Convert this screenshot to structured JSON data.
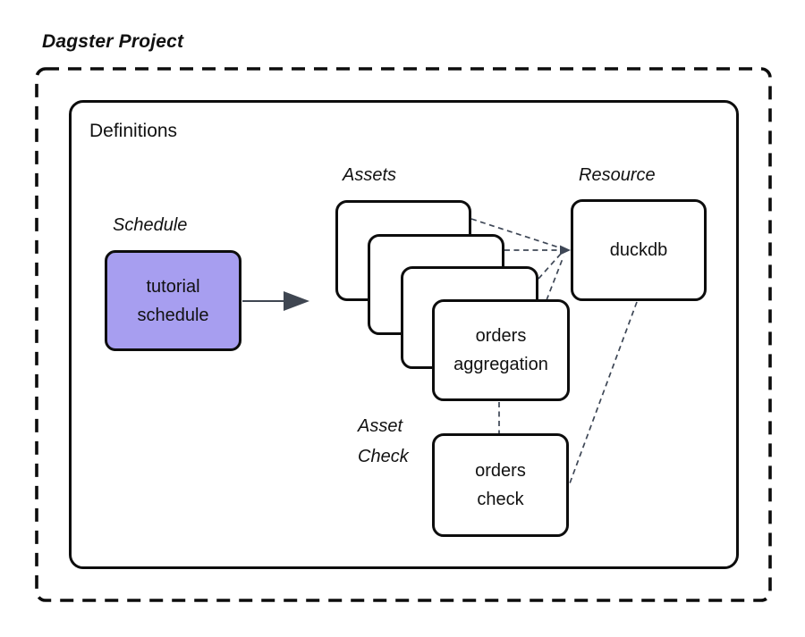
{
  "title": "Dagster Project",
  "definitions": {
    "label": "Definitions"
  },
  "schedule": {
    "section_label": "Schedule",
    "node": {
      "line1": "tutorial",
      "line2": "schedule"
    }
  },
  "assets": {
    "section_label": "Assets",
    "stack_count": 4,
    "front_node": {
      "line1": "orders",
      "line2": "aggregation"
    }
  },
  "resource": {
    "section_label": "Resource",
    "node": {
      "label": "duckdb"
    }
  },
  "asset_check": {
    "section_label_line1": "Asset",
    "section_label_line2": "Check",
    "node": {
      "line1": "orders",
      "line2": "check"
    }
  },
  "colors": {
    "background": "#ffffff",
    "node_border": "#0d0d0d",
    "schedule_node_fill": "#a79ef0",
    "connector": "#3e4756",
    "arrow": "#3f4651"
  },
  "connections": [
    {
      "from": "tutorial schedule",
      "to": "assets stack",
      "style": "solid-arrow"
    },
    {
      "from": "asset card 1",
      "to": "duckdb",
      "style": "dashed"
    },
    {
      "from": "asset card 2",
      "to": "duckdb",
      "style": "dashed"
    },
    {
      "from": "asset card 3",
      "to": "duckdb",
      "style": "dashed"
    },
    {
      "from": "orders aggregation",
      "to": "duckdb",
      "style": "dashed"
    },
    {
      "from": "orders aggregation",
      "to": "orders check",
      "style": "dashed"
    },
    {
      "from": "duckdb",
      "to": "orders check",
      "style": "dashed"
    }
  ]
}
